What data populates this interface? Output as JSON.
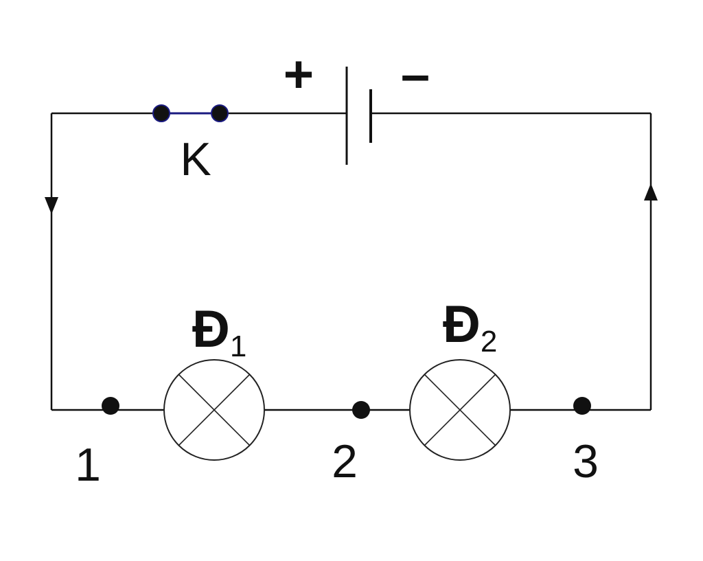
{
  "battery": {
    "plus_label": "+",
    "minus_label": "–"
  },
  "switch": {
    "label": "K",
    "color": "#1a1a80"
  },
  "lamps": [
    {
      "label": "Đ",
      "subscript": "1"
    },
    {
      "label": "Đ",
      "subscript": "2"
    }
  ],
  "points": [
    {
      "label": "1"
    },
    {
      "label": "2"
    },
    {
      "label": "3"
    }
  ],
  "colors": {
    "wire": "#111111",
    "switch": "#1a1a80"
  }
}
